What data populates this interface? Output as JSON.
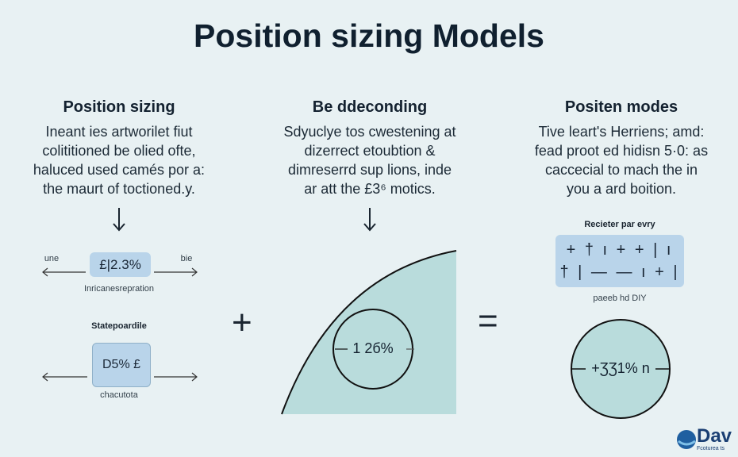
{
  "title": "Position sizing Models",
  "columns": [
    {
      "heading": "Position sizing",
      "lines": [
        "Ineant ies artworilet fiut",
        "colititioned be olied ofte,",
        "haluced used camés por a:",
        "the maurt of toctioned.y."
      ],
      "box1": {
        "value": "£|2.3%",
        "left_label": "une",
        "right_label": "bie",
        "caption": "Inricanesrepration"
      },
      "box2": {
        "label": "Statepoardile",
        "value": "D5% £",
        "caption": "chacutota"
      }
    },
    {
      "heading": "Be ddeconding",
      "lines": [
        "Sdyuclye tos cwestening at",
        "dizerrect etoubtion &",
        "dimreserrd sup lions, inde",
        "ar att the £3⁶ motics."
      ],
      "circle_value": "1 2б%"
    },
    {
      "heading": "Positen modes",
      "lines": [
        "Tive leart's Herriens; amd:",
        "fead proot ed hidisn 5·0: as",
        "caccecial to mach the in",
        "you a ard boition."
      ],
      "grid_label": "Recieter par evry",
      "grid_rows": [
        "+ † ı + + | ı",
        "† | — — ı + |"
      ],
      "grid_caption": "paeeb hd DIY",
      "circle_value": "+ƷƷ1% n"
    }
  ],
  "operators": {
    "plus": "+",
    "equals": "="
  },
  "logo": {
    "text": "Dav",
    "sub": "Fcoturea ts"
  },
  "colors": {
    "background": "#e8f1f3",
    "box": "#b9d4ea",
    "teal": "#b9dcdc",
    "ink": "#10202f"
  }
}
